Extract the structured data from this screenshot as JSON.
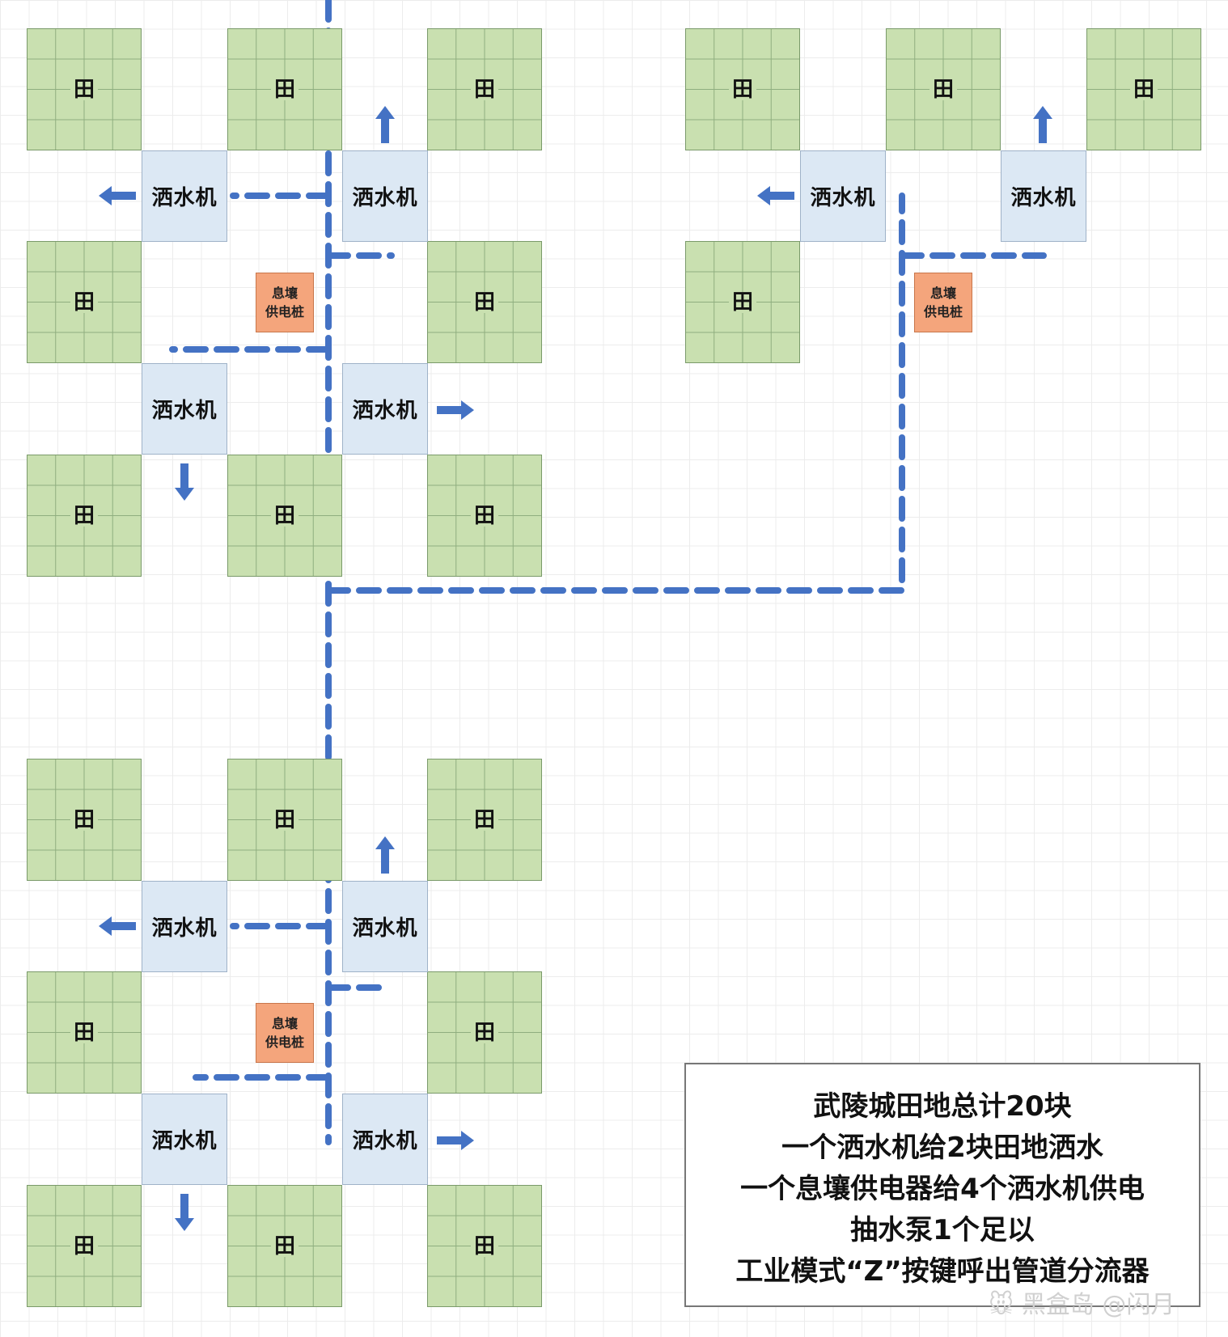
{
  "labels": {
    "field": "田",
    "sprinkler": "洒水机",
    "power_line1": "息壤",
    "power_line2": "供电桩"
  },
  "note": {
    "lines": [
      "武陵城田地总计20块",
      "一个洒水机给2块田地洒水",
      "一个息壤供电器给4个洒水机供电",
      "抽水泵1个足以",
      "工业模式“Z”按键呼出管道分流器"
    ]
  },
  "watermark": "🐭 黑盒岛 @闪月",
  "colors": {
    "field": "#c9e0b0",
    "sprinkler": "#dce8f4",
    "power": "#f4a57c",
    "pipe": "#4472c4",
    "arrow": "#4472c4"
  }
}
